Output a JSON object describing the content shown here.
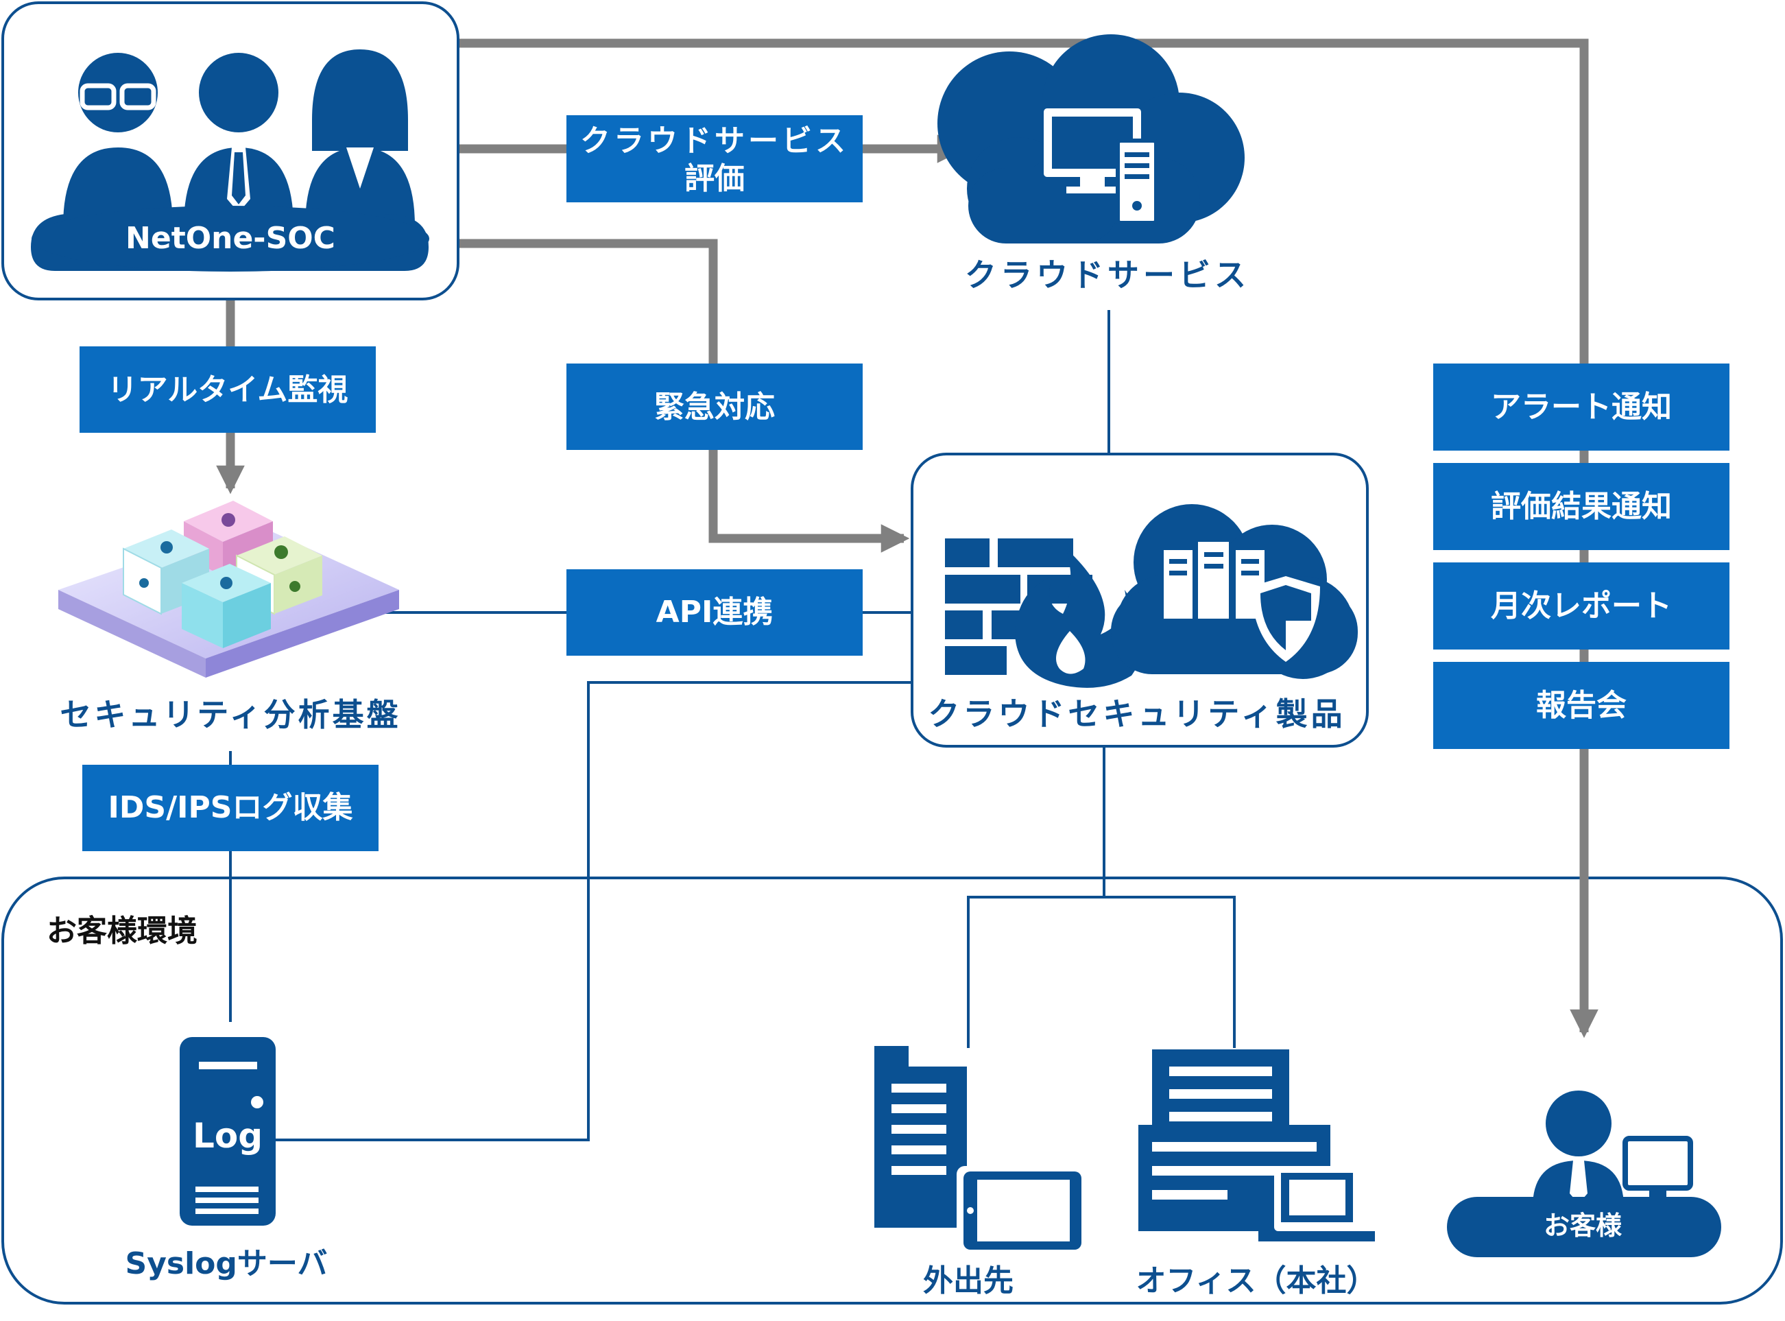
{
  "nodes": {
    "soc": "NetOne-SOC",
    "cloud_service": "クラウドサービス",
    "cloud_security": "クラウドセキュリティ製品",
    "analysis_platform": "セキュリティ分析基盤",
    "customer_env": "お客様環境",
    "syslog": "Syslogサーバ",
    "syslog_icon_text": "Log",
    "outside": "外出先",
    "office": "オフィス（本社）",
    "customer": "お客様"
  },
  "labels": {
    "cloud_eval_line1": "クラウドサービス",
    "cloud_eval_line2": "評価",
    "realtime": "リアルタイム監視",
    "emergency": "緊急対応",
    "api": "API連携",
    "ids_ips": "IDS/IPSログ収集",
    "alert": "アラート通知",
    "eval_result": "評価結果通知",
    "monthly": "月次レポート",
    "meeting": "報告会"
  },
  "colors": {
    "navy": "#0d4f8f",
    "label_blue": "#0a6cc0",
    "icon_blue": "#0a5193",
    "arrow_grey": "#808080"
  },
  "icons": [
    "people-icon",
    "cloud-server-icon",
    "firewall-icon",
    "cloud-shield-icon",
    "analysis-cubes-icon",
    "log-server-icon",
    "building-tablet-icon",
    "building-laptop-icon",
    "customer-desk-icon"
  ]
}
